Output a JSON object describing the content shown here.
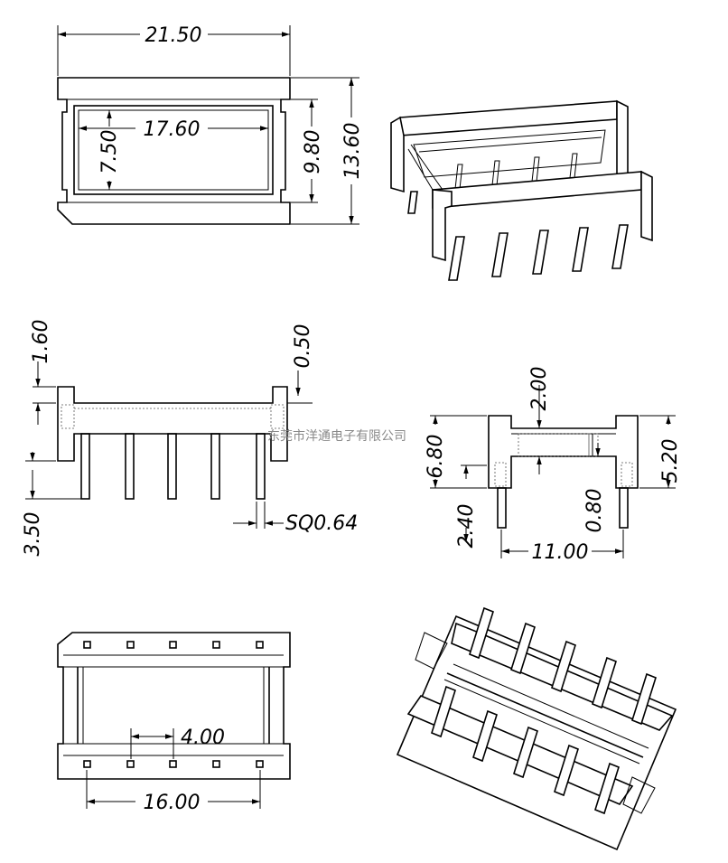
{
  "dimensions": {
    "overall_width": "21.50",
    "inner_width": "17.60",
    "inner_height": "7.50",
    "slot_height": "9.80",
    "overall_height": "13.60",
    "flange_height": "1.60",
    "wall_offset": "0.50",
    "pin_length": "3.50",
    "pin_size": "SQ0.64",
    "slot_depth": "2.00",
    "body_height": "6.80",
    "pin_offset": "2.40",
    "wall_thickness": "0.80",
    "side_height": "5.20",
    "row_spacing": "11.00",
    "pin_pitch": "4.00",
    "pin_span": "16.00"
  },
  "watermark": "东莞市洋通电子有限公司",
  "colors": {
    "line": "#000000",
    "watermark": "#8a8a8a",
    "background": "#ffffff"
  }
}
